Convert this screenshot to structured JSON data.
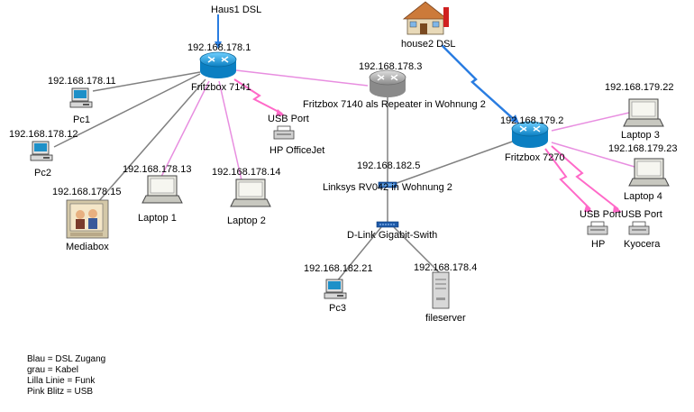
{
  "colors": {
    "dsl": "#2a7de1",
    "cable": "#808080",
    "wireless": "#e88ee0",
    "usb": "#ff69c8",
    "router": "#1a9bd8",
    "repeater": "#a8a8a8"
  },
  "labels": {
    "haus1_dsl": "Haus1 DSL",
    "house2_dsl": "house2 DSL",
    "ip_fritzbox7141": "192.168.178.1",
    "name_fritzbox7141": "Fritzbox 7141",
    "ip_repeater": "192.168.178.3",
    "name_repeater": "Fritzbox 7140 als Repeater in Wohnung 2",
    "ip_fritzbox7270": "192.168.179.2",
    "name_fritzbox7270": "Fritzbox 7270",
    "ip_pc1": "192.168.178.11",
    "name_pc1": "Pc1",
    "ip_pc2": "192.168.178.12",
    "name_pc2": "Pc2",
    "ip_mediabox": "192.168.178.15",
    "name_mediabox": "Mediabox",
    "ip_laptop1": "192.168.178.13",
    "name_laptop1": "Laptop 1",
    "ip_laptop2": "192.168.178.14",
    "name_laptop2": "Laptop 2",
    "usb_port_hp_officejet": "USB Port",
    "name_hp_officejet": "HP OfficeJet",
    "ip_linksys": "192.168.182.5",
    "name_linksys": "Linksys RV042 in Wohnung 2",
    "name_dlink": "D-Link Gigabit-Swith",
    "ip_pc3": "192.168.182.21",
    "name_pc3": "Pc3",
    "ip_fileserver": "192.168.178.4",
    "name_fileserver": "fileserver",
    "ip_laptop3": "192.168.179.22",
    "name_laptop3": "Laptop 3",
    "ip_laptop4": "192.168.179.23",
    "name_laptop4": "Laptop 4",
    "usb_port_hp": "USB Port",
    "name_hp": "HP",
    "usb_port_kyocera": "USB Port",
    "name_kyocera": "Kyocera"
  },
  "legend": {
    "line1": "Blau = DSL Zugang",
    "line2": "grau = Kabel",
    "line3": "Lilla Linie = Funk",
    "line4": "Pink Blitz = USB"
  }
}
